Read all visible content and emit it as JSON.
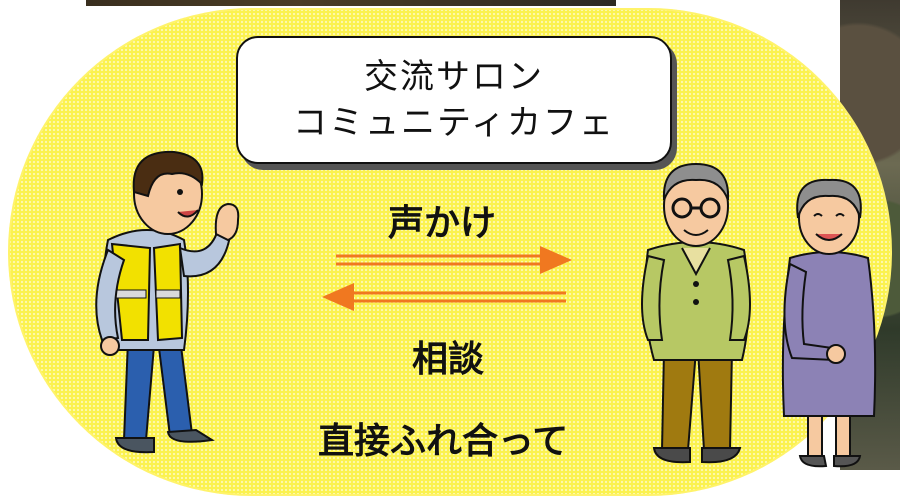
{
  "title_box": {
    "line1": "交流サロン",
    "line2": "コミュニティカフェ"
  },
  "labels": {
    "call_out": "声かけ",
    "consultation": "相談",
    "direct_contact": "直接ふれ合って"
  },
  "colors": {
    "bubble": "#fbf24f",
    "arrow": "#f07820",
    "vest": "#f2e100"
  },
  "figures": {
    "left": "volunteer-waving-icon",
    "right_man": "elderly-man-icon",
    "right_woman": "elderly-woman-icon"
  }
}
